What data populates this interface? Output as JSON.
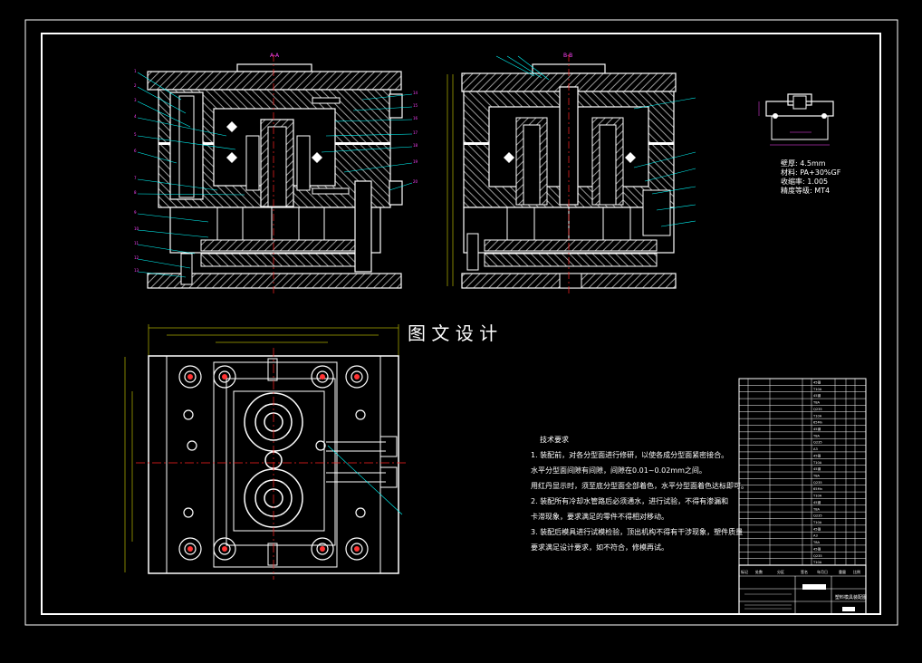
{
  "drawing": {
    "center_title": "图 文 设 计",
    "section_a_label": "A-A",
    "section_b_label": "B-B",
    "part_notes": [
      "壁厚: 4.5mm",
      "材料: PA+30%GF",
      "收缩率: 1.005",
      "精度等级: MT4"
    ],
    "tech_requirements": {
      "heading": "技术要求",
      "lines": [
        "1. 装配前，对各分型面进行修研，以使各成分型面紧密接合。",
        "水平分型面间隙有间隙，间隙在0.01~0.02mm之间。",
        "用红丹显示时，须至底分型面全部着色，水平分型面着色达标即可。",
        "2. 装配所有冷却水管路后必须通水，进行试验，不得有渗漏和",
        "卡滞现象，要求满足的零件不得相对移动。",
        "3. 装配后模具进行试模检验，顶出机构不得有干涉现象，塑件质量",
        "要求满足设计要求，如不符合，修模再试。"
      ]
    },
    "title_block": {
      "drawing_name": "塑料模具装配图",
      "footer_labels": [
        "标记",
        "处数",
        "分区",
        "签名",
        "年月日",
        "重量",
        "比例"
      ]
    },
    "bom_materials": [
      "45钢",
      "T10A",
      "45钢",
      "T8A",
      "Q235",
      "T10A",
      "65Mn",
      "45钢",
      "T8A",
      "Q235",
      "A3",
      "45钢",
      "T10A",
      "45钢",
      "T8A",
      "Q235",
      "65Mn",
      "T10A",
      "45钢",
      "T8A",
      "Q235",
      "T10A",
      "45钢",
      "A3",
      "T8A",
      "45钢",
      "Q235",
      "T10A"
    ],
    "colors": {
      "background": "#000000",
      "line": "#ffffff",
      "hatch": "#bdbdbd",
      "leader": "#00ffff",
      "label": "#ff44ff",
      "centerline": "#ff2222",
      "dimension": "#ffff00"
    }
  }
}
